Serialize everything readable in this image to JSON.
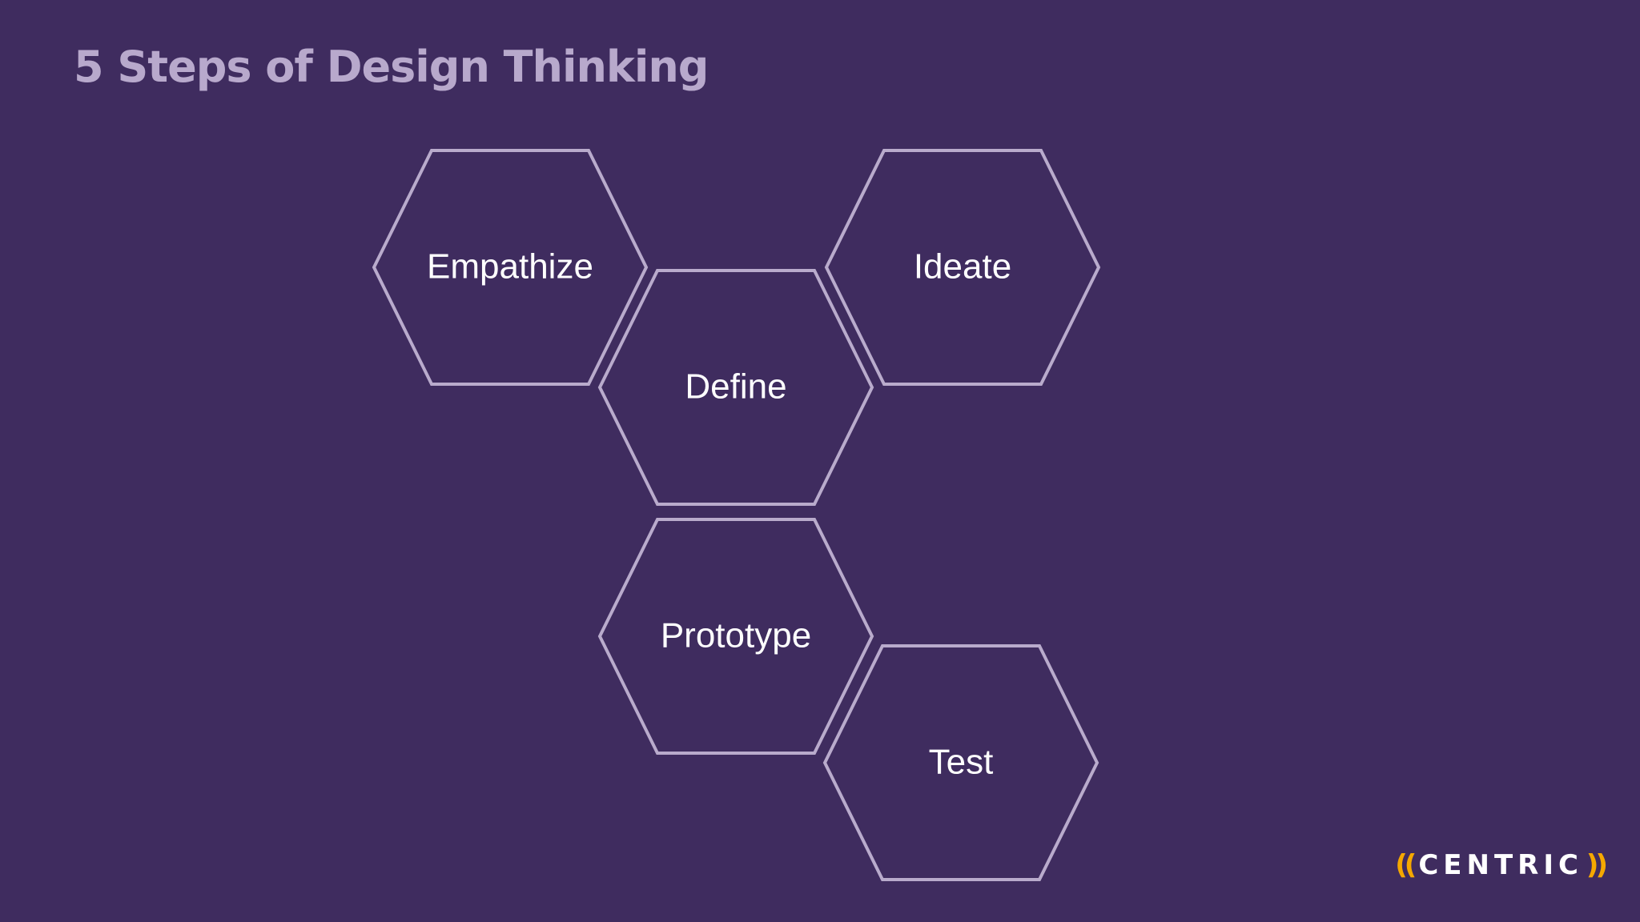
{
  "title": "5 Steps of Design Thinking",
  "steps": [
    {
      "label": "Empathize"
    },
    {
      "label": "Define"
    },
    {
      "label": "Ideate"
    },
    {
      "label": "Prototype"
    },
    {
      "label": "Test"
    }
  ],
  "logo": {
    "left_parens": "((",
    "word": "CENTRIC",
    "right_parens": "))"
  },
  "colors": {
    "background": "#3f2c5f",
    "title": "#b8a9cc",
    "hex_outline": "#b9abcc",
    "hex_text": "#ffffff",
    "logo_accent": "#f5a800"
  }
}
